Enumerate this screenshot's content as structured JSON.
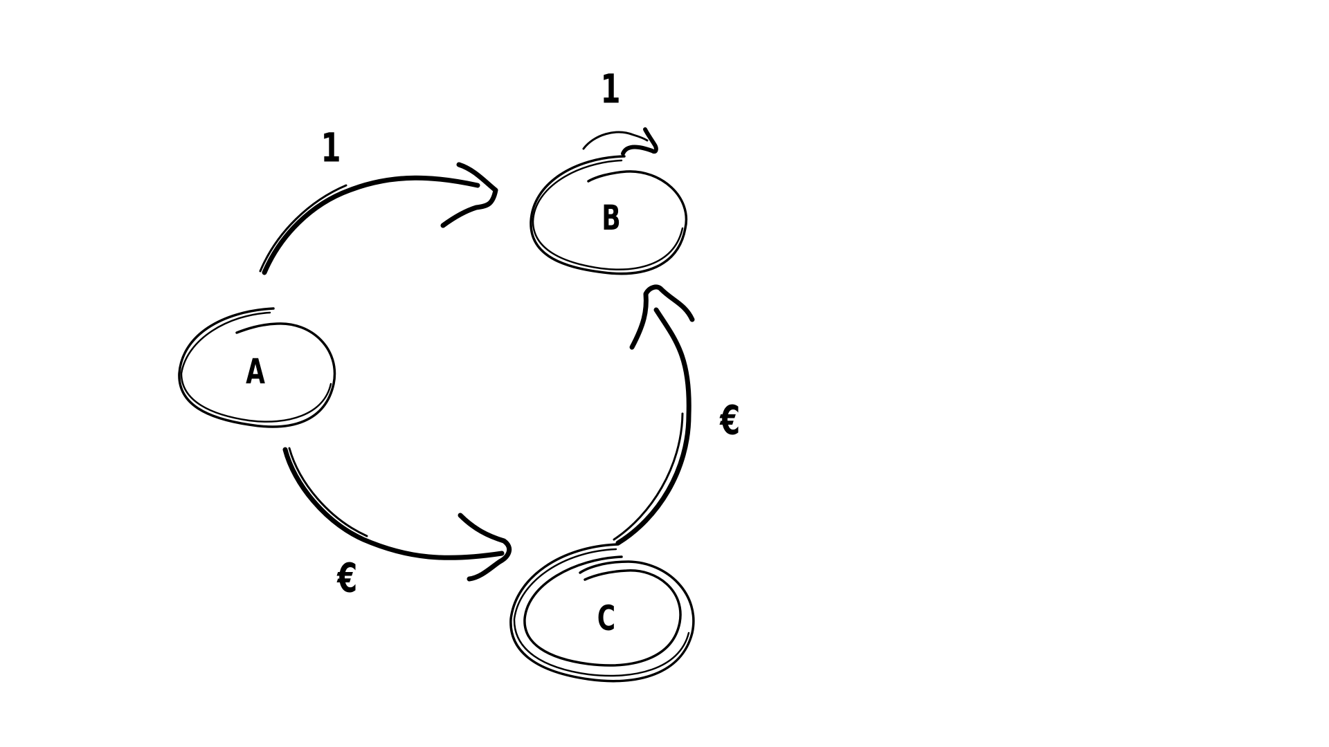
{
  "diagram": {
    "nodes": [
      {
        "id": "A",
        "label": "A",
        "accepting": false
      },
      {
        "id": "B",
        "label": "B",
        "accepting": false
      },
      {
        "id": "C",
        "label": "C",
        "accepting": true
      }
    ],
    "edges": [
      {
        "from": "A",
        "to": "B",
        "label": "1"
      },
      {
        "from": "A",
        "to": "C",
        "label": "€"
      },
      {
        "from": "C",
        "to": "B",
        "label": "€"
      },
      {
        "from": "B",
        "to": "B",
        "label": "1"
      }
    ]
  }
}
